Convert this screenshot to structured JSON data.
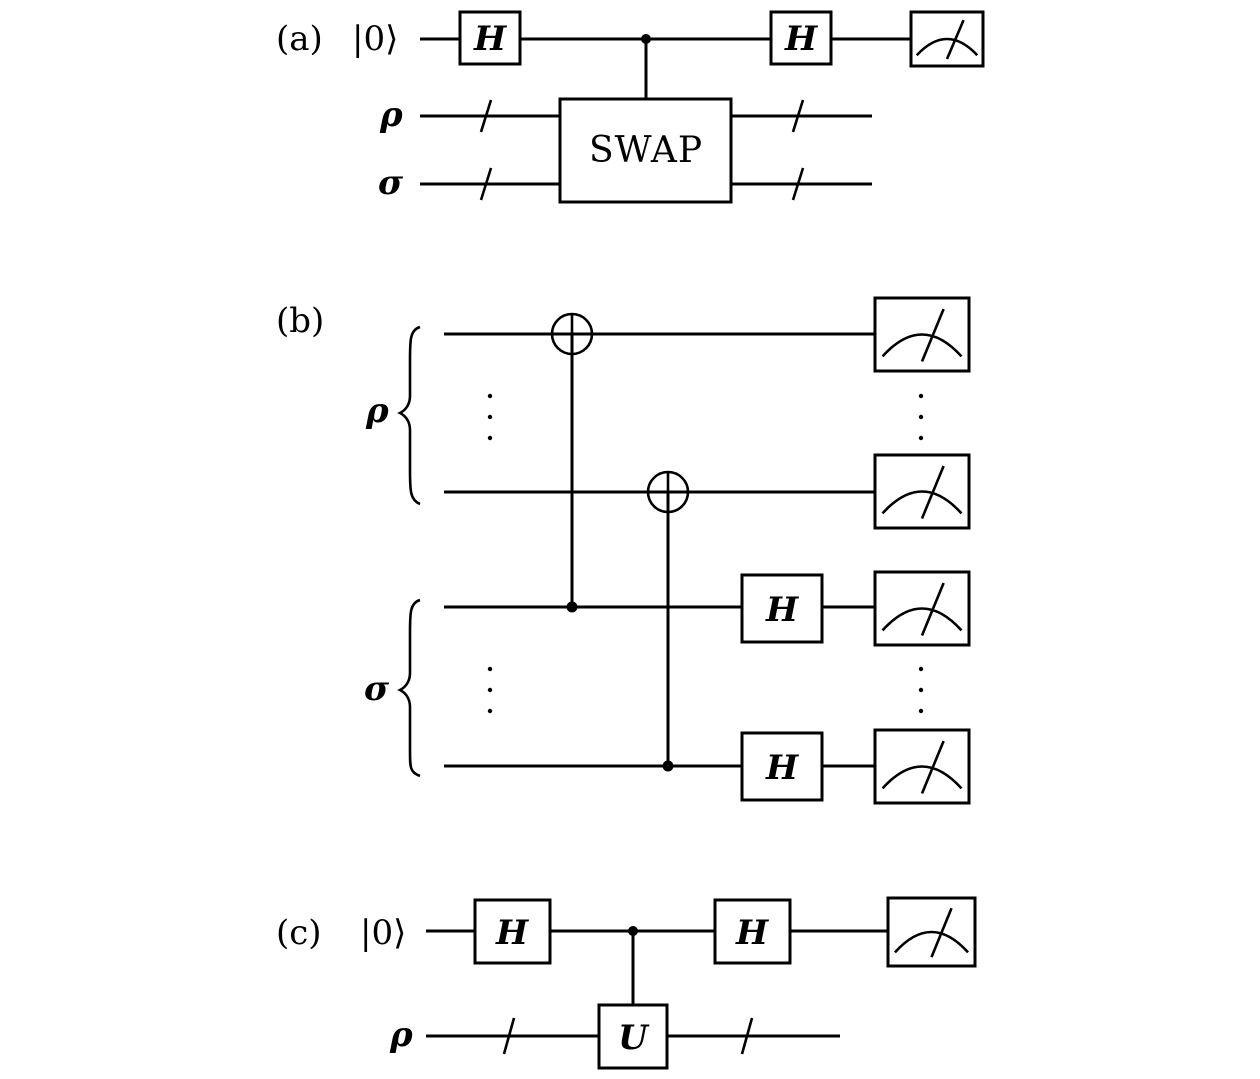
{
  "figure": {
    "panels": [
      {
        "id": "a",
        "label": "(a)",
        "wires": [
          {
            "label": "|0⟩",
            "type": "single"
          },
          {
            "label": "ρ",
            "type": "bundle"
          },
          {
            "label": "σ",
            "type": "bundle"
          }
        ],
        "gates": [
          {
            "name": "H",
            "wire": 0
          },
          {
            "name": "SWAP",
            "wires": [
              1,
              2
            ],
            "control": 0
          },
          {
            "name": "H",
            "wire": 0
          },
          {
            "name": "measure",
            "wire": 0
          }
        ]
      },
      {
        "id": "b",
        "label": "(b)",
        "registers": [
          {
            "label": "ρ",
            "wires": "top qubit … bottom qubit"
          },
          {
            "label": "σ",
            "wires": "top qubit … bottom qubit"
          }
        ],
        "gates": [
          {
            "name": "CNOT",
            "control": "σ[0]",
            "target": "ρ[0]"
          },
          {
            "name": "CNOT",
            "control": "σ[n]",
            "target": "ρ[n]"
          },
          {
            "name": "H",
            "wire": "σ[0]"
          },
          {
            "name": "H",
            "wire": "σ[n]"
          },
          {
            "name": "measure",
            "wire": "all"
          }
        ],
        "ellipsis": "⋮"
      },
      {
        "id": "c",
        "label": "(c)",
        "wires": [
          {
            "label": "|0⟩",
            "type": "single"
          },
          {
            "label": "ρ",
            "type": "bundle"
          }
        ],
        "gates": [
          {
            "name": "H",
            "wire": 0
          },
          {
            "name": "U",
            "wire": 1,
            "control": 0
          },
          {
            "name": "H",
            "wire": 0
          },
          {
            "name": "measure",
            "wire": 0
          }
        ]
      }
    ],
    "text": {
      "panel_a": "(a)",
      "panel_b": "(b)",
      "panel_c": "(c)",
      "ket0": "|0⟩",
      "rho": "ρ",
      "sigma": "σ",
      "hadamard": "H",
      "swap": "SWAP",
      "unitary": "U"
    }
  }
}
